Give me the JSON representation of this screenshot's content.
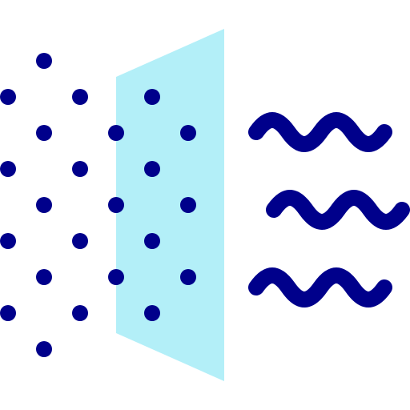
{
  "icon": {
    "name": "air-filter-icon",
    "colors": {
      "background": "#ffffff",
      "filter_panel": "#b3eff8",
      "particles": "#00008b",
      "waves": "#00008b"
    },
    "parts": {
      "particles": "dots",
      "filter": "panel",
      "waves": "wavy-lines"
    }
  }
}
